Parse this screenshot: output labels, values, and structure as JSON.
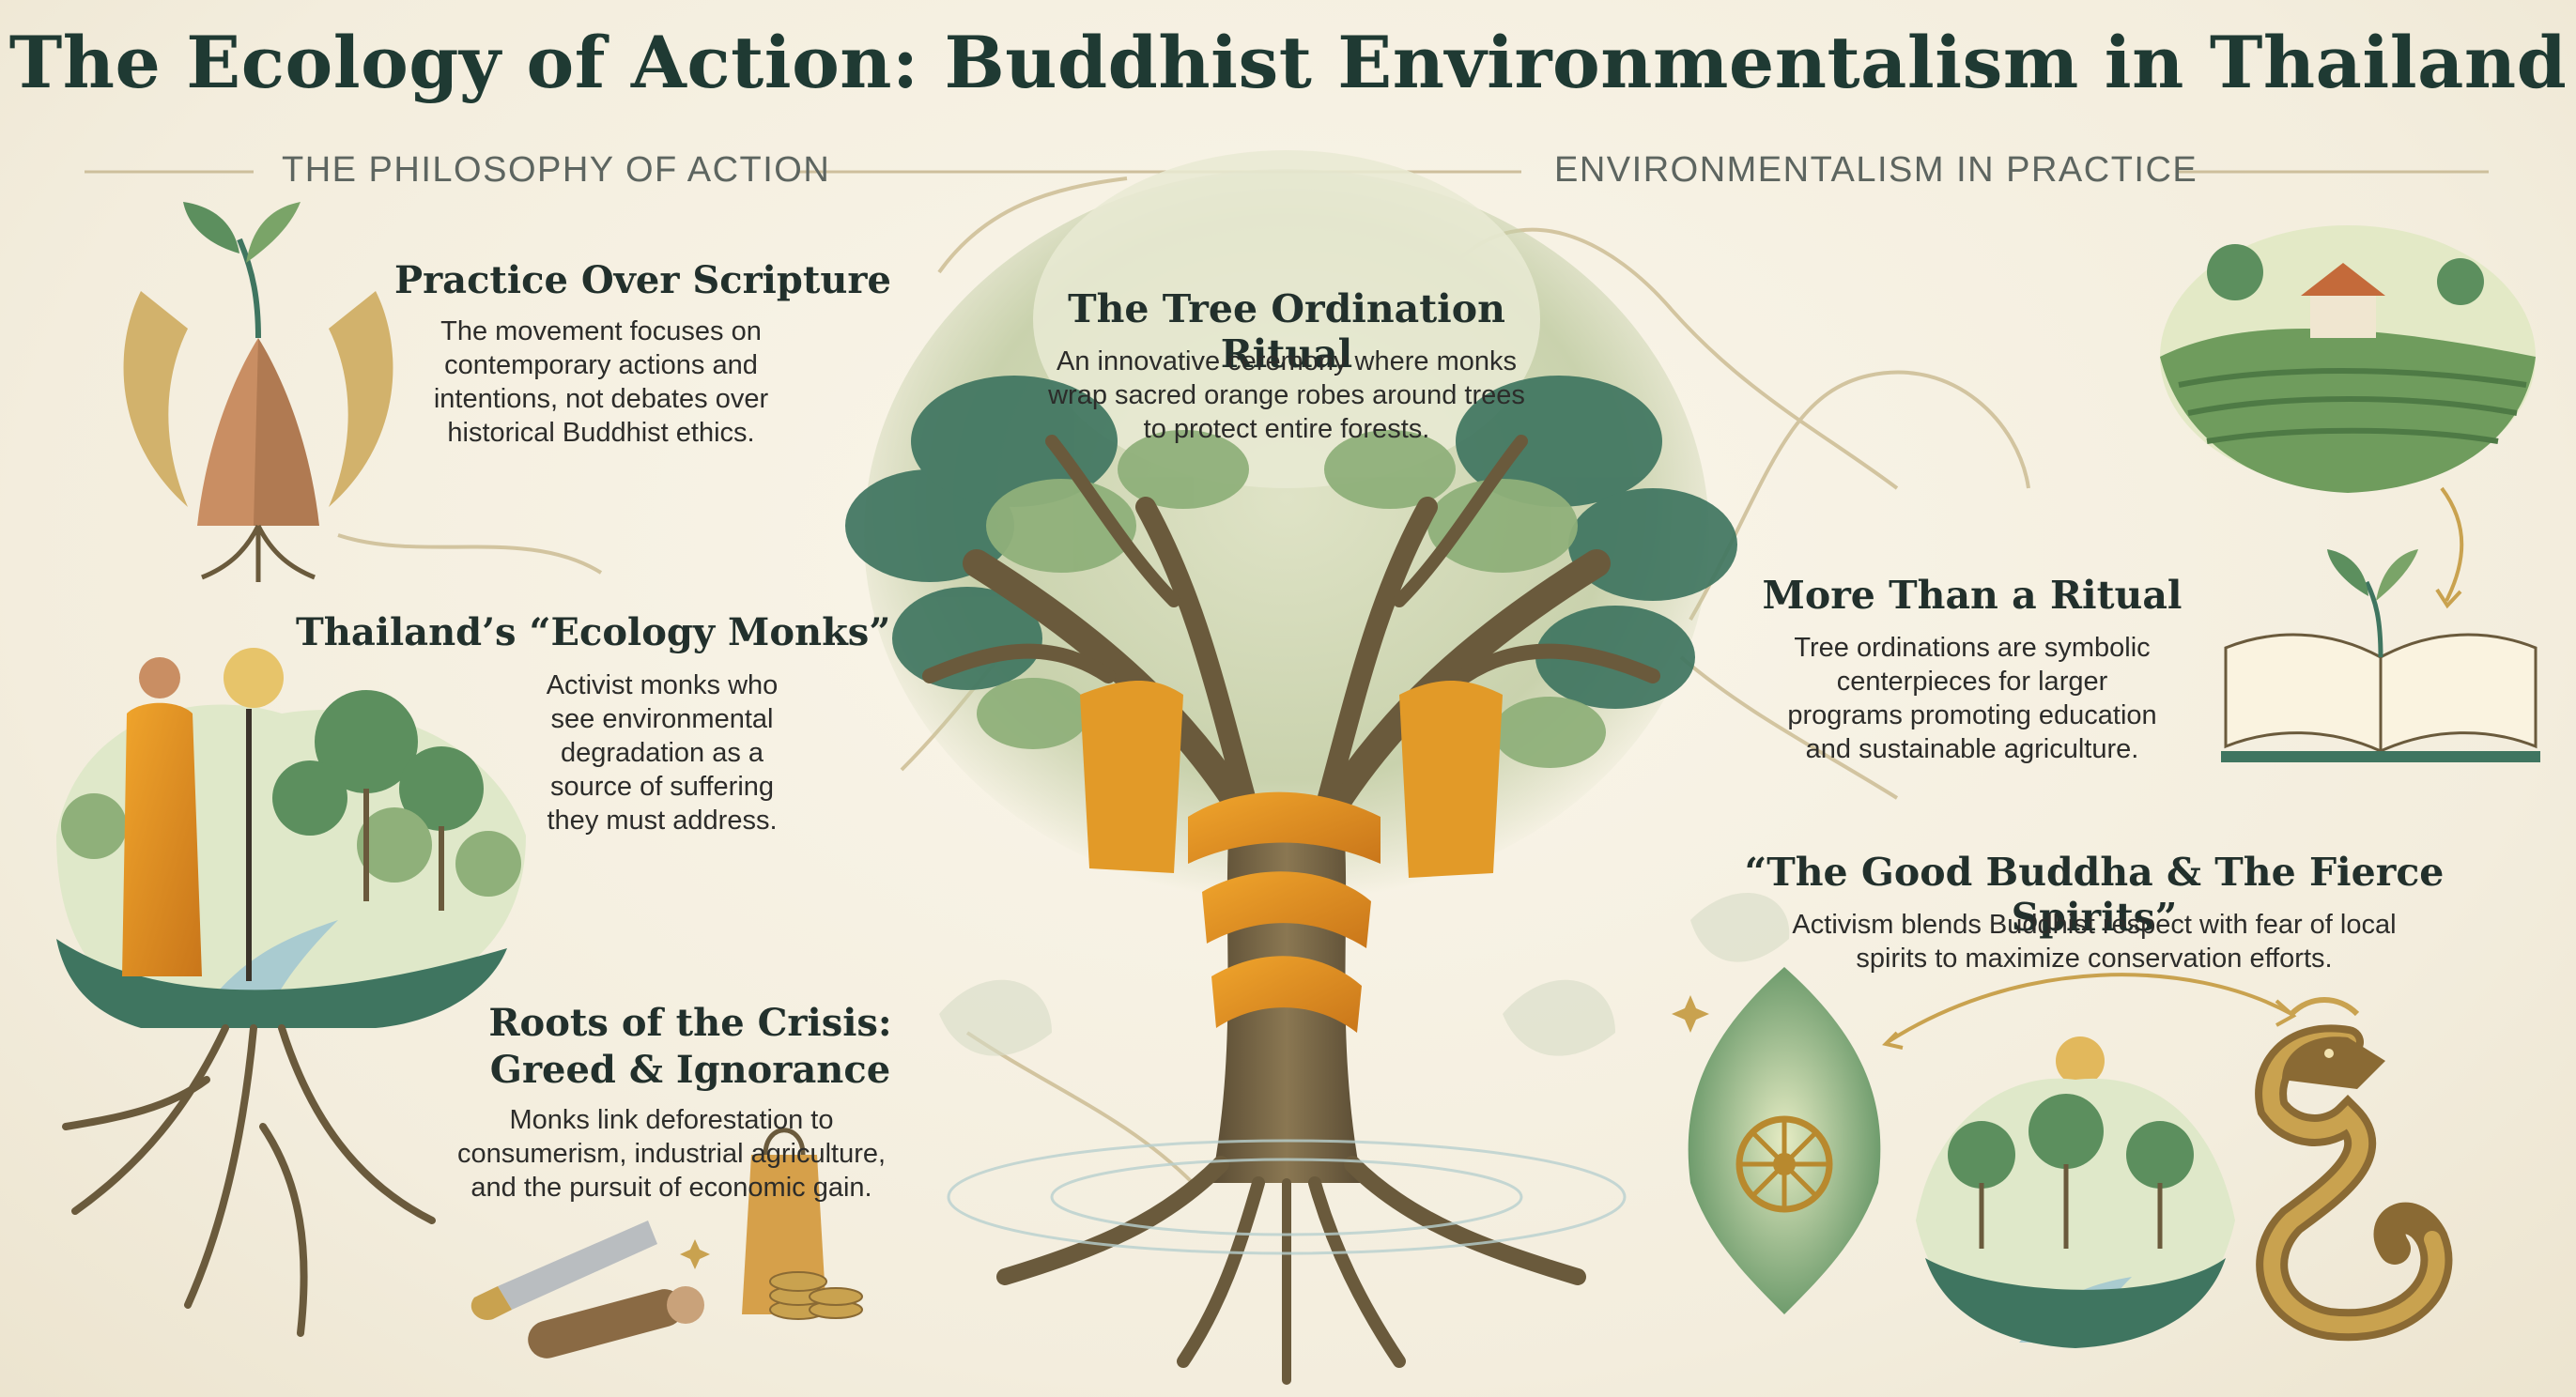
{
  "title": "The Ecology of Action: Buddhist Environmentalism in Thailand",
  "sections": {
    "left": "THE PHILOSOPHY OF ACTION",
    "right": "ENVIRONMENTALISM IN PRACTICE"
  },
  "cards": {
    "practice": {
      "heading": "Practice Over Scripture",
      "lines": [
        "The movement focuses on",
        "contemporary actions and",
        "intentions, not debates over",
        "historical Buddhist ethics."
      ]
    },
    "monks": {
      "heading": "Thailand’s “Ecology Monks”",
      "lines": [
        "Activist monks who",
        "see environmental",
        "degradation as a",
        "source of suffering",
        "they must address."
      ]
    },
    "roots": {
      "heading_lines": [
        "Roots of the Crisis:",
        "Greed & Ignorance"
      ],
      "lines": [
        "Monks link deforestation to",
        "consumerism, industrial agriculture,",
        "and the pursuit of economic gain."
      ]
    },
    "ordination": {
      "heading": "The Tree Ordination Ritual",
      "lines": [
        "An innovative ceremony where monks",
        "wrap sacred orange robes around trees",
        "to protect entire forests."
      ]
    },
    "ritual": {
      "heading": "More Than a Ritual",
      "lines": [
        "Tree ordinations are symbolic",
        "centerpieces for larger",
        "programs promoting education",
        "and sustainable agriculture."
      ]
    },
    "spirits": {
      "heading": "“The Good Buddha & The Fierce Spirits”",
      "lines": [
        "Activism blends Buddhist respect with fear of local",
        "spirits to maximize conservation efforts."
      ]
    }
  },
  "colors": {
    "background": "#f6f1e4",
    "robe": "#d98a1e",
    "leaf_dark": "#3f7560",
    "leaf_light": "#8fb07a",
    "trunk": "#6a5a3c",
    "gold": "#c9a24f"
  },
  "icons": [
    "praying-hands-sprout-icon",
    "monk-forest-icon",
    "saw-logs-icon",
    "shopping-bag-coins-icon",
    "farm-field-icon",
    "open-book-sprout-icon",
    "dharma-wheel-leaf-icon",
    "forest-stream-icon",
    "naga-serpent-icon",
    "sacred-tree-icon"
  ]
}
